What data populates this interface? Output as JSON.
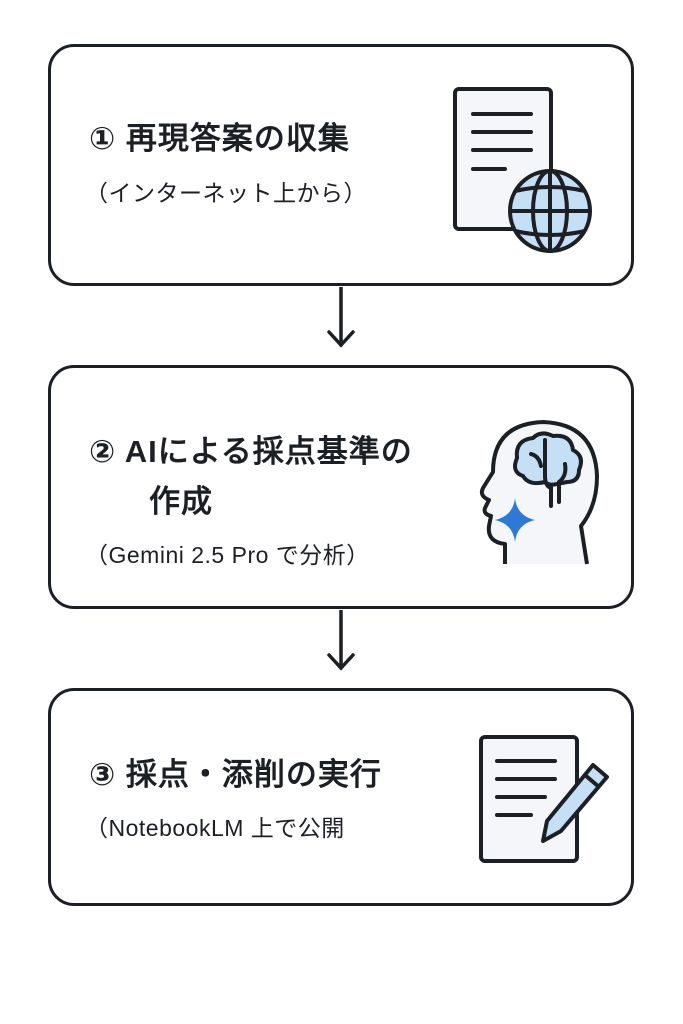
{
  "steps": [
    {
      "number": "①",
      "title": "再現答案の収集",
      "subtitle": "（インターネット上から）",
      "icon": "document-globe-icon"
    },
    {
      "number": "②",
      "title_line1": "AIによる採点基準の",
      "title_line2": "作成",
      "subtitle": "（Gemini 2.5 Pro で分析）",
      "icon": "ai-head-brain-icon"
    },
    {
      "number": "③",
      "title": "採点・添削の実行",
      "subtitle": "（NotebookLM 上で公開",
      "icon": "document-pencil-icon"
    }
  ],
  "colors": {
    "stroke": "#1c1f24",
    "light_blue": "#c5dff5",
    "accent_blue": "#2f79d6",
    "paper": "#f4f6f9"
  }
}
